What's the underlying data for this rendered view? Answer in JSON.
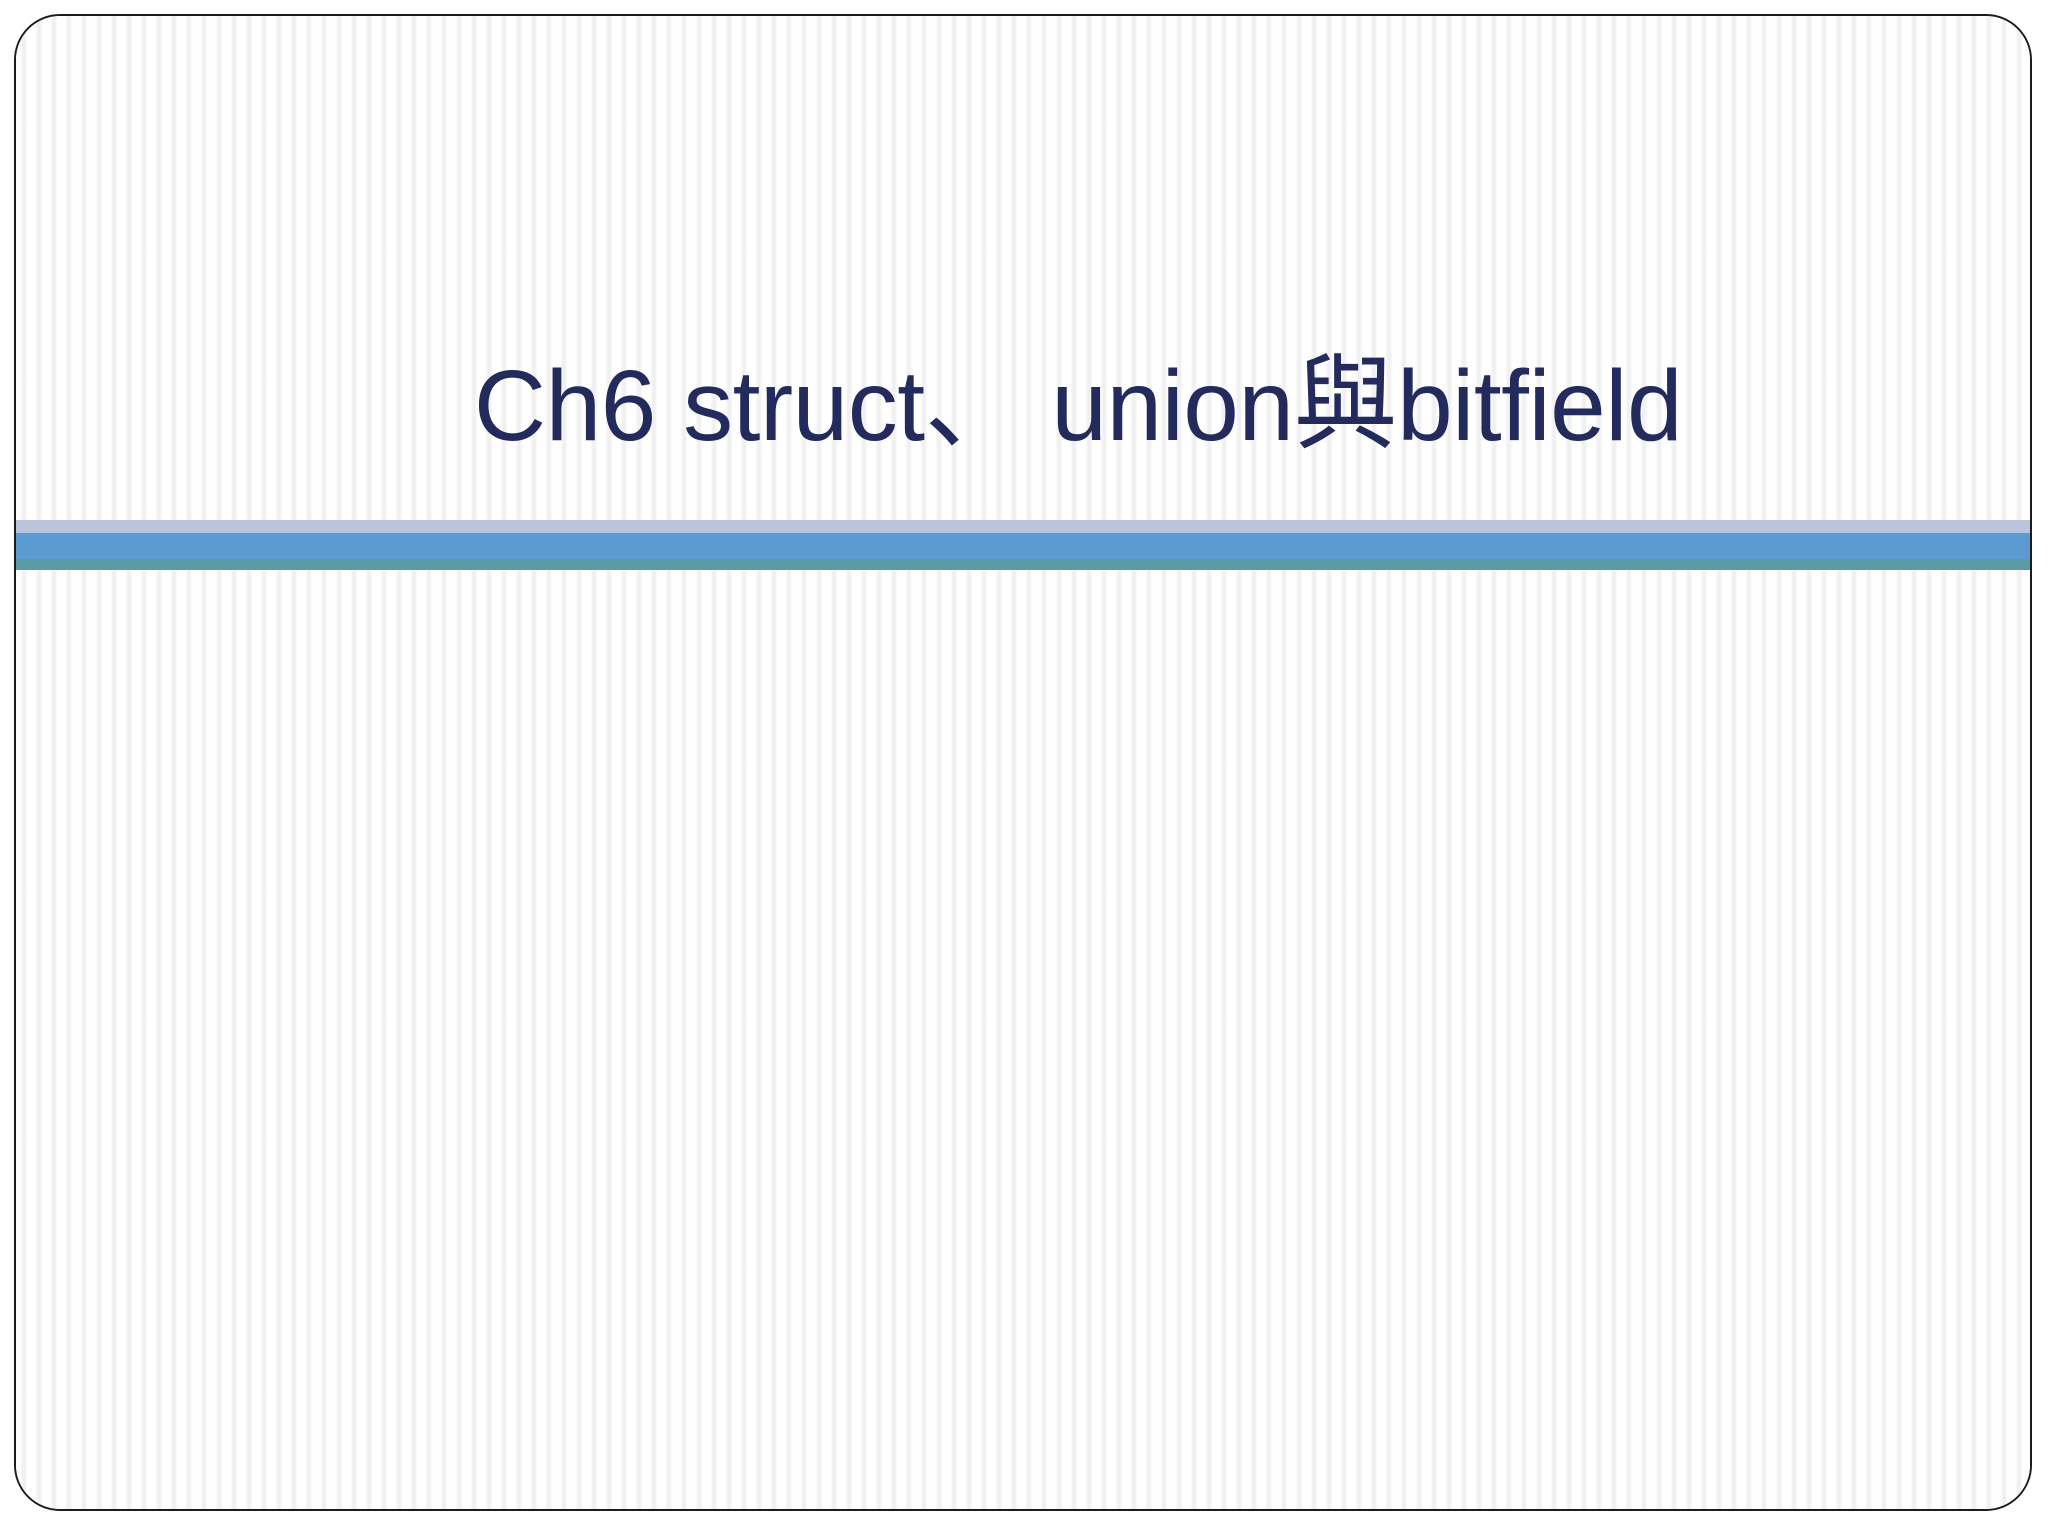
{
  "slide": {
    "title_prefix": "Ch6 struct",
    "title_separator": "、",
    "title_middle": " union",
    "title_cjk": "與",
    "title_suffix": "bitfield",
    "title_full": "Ch6 struct、 union與bitfield",
    "body_text": "",
    "colors": {
      "title_text": "#232a5c",
      "bar_top": "#b9c5dd",
      "bar_middle": "#5b9bd1",
      "bar_bottom": "#5a9ba5",
      "frame_border": "#1c1c1c",
      "background": "#ffffff",
      "stripe": "#f0f0f0"
    }
  }
}
